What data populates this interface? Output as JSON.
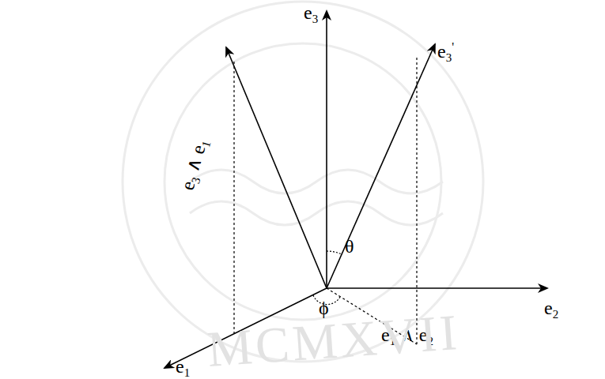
{
  "diagram": {
    "labels": [
      "e3",
      "e3'",
      "e3 ∧ e1",
      "θ",
      "e2",
      "ϕ",
      "e1 ∧ e2",
      "e1",
      "MCMXVII"
    ]
  }
}
